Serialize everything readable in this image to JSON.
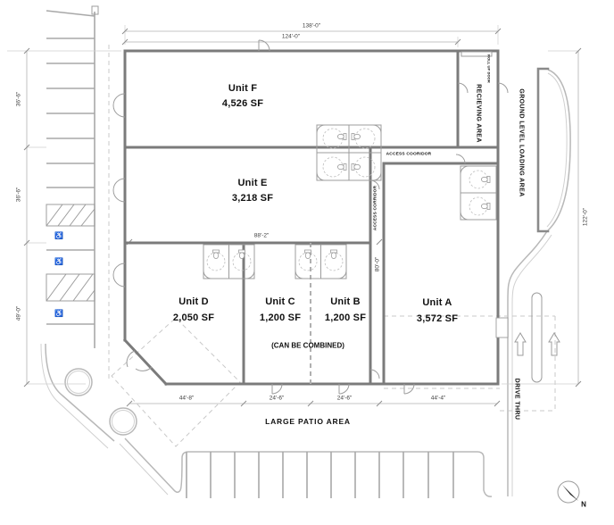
{
  "drawing": {
    "units": [
      {
        "name": "Unit F",
        "area": "4,526 SF"
      },
      {
        "name": "Unit E",
        "area": "3,218 SF"
      },
      {
        "name": "Unit D",
        "area": "2,050 SF"
      },
      {
        "name": "Unit C",
        "area": "1,200 SF"
      },
      {
        "name": "Unit B",
        "area": "1,200 SF"
      },
      {
        "name": "Unit A",
        "area": "3,572 SF"
      }
    ],
    "combinable_note": "(CAN BE COMBINED)",
    "zones": {
      "receiving_area": "RECIEVING AREA",
      "roll_up_door": "ROLL UP DOOR",
      "ground_level_loading": "GROUND LEVEL LOADING AREA",
      "access_corridor_horizontal": "ACCESS COORIDOR",
      "access_corridor_vertical": "ACCESS CORRIDOR",
      "drive_thru": "DRIVE THRU",
      "patio": "LARGE PATIO AREA"
    },
    "dimensions": {
      "top_overall": "138'-0\"",
      "top_to_receiving": "124'-0\"",
      "left_unit_f": "36'-6\"",
      "left_unit_e": "36'-6\"",
      "left_lower": "49'-0\"",
      "right_overall": "122'-0\"",
      "interior_width": "88'-2\"",
      "unit_a_depth": "80'-0\"",
      "bottom_unit_d": "44'-8\"",
      "bottom_unit_c": "24'-6\"",
      "bottom_unit_b": "24'-6\"",
      "bottom_unit_a": "44'-4\""
    },
    "compass": {
      "north_label": "N"
    },
    "icons": {
      "wheelchair": "♿"
    },
    "colors": {
      "wall": "#7b7b7b",
      "line": "#9c9c9c",
      "road": "#b8b8b8",
      "text": "#111111"
    }
  }
}
